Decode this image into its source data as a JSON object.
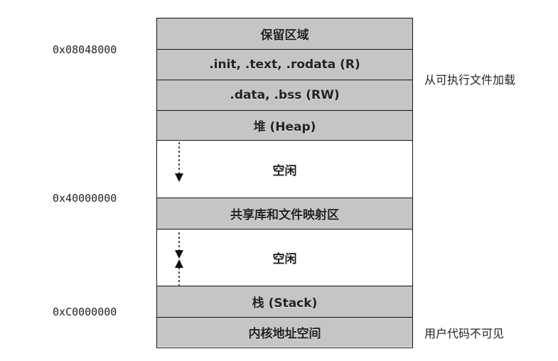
{
  "addresses": {
    "a0": "0x08048000",
    "a1": "0x40000000",
    "a2": "0xC0000000"
  },
  "segments": [
    {
      "label": "保留区域",
      "fill": "grey"
    },
    {
      "label": ".init, .text, .rodata (R)",
      "fill": "grey"
    },
    {
      "label": ".data, .bss (RW)",
      "fill": "grey"
    },
    {
      "label": "堆 (Heap)",
      "fill": "grey"
    },
    {
      "label": "空闲",
      "fill": "white"
    },
    {
      "label": "共享库和文件映射区",
      "fill": "grey"
    },
    {
      "label": "空闲",
      "fill": "white"
    },
    {
      "label": "栈 (Stack)",
      "fill": "grey"
    },
    {
      "label": "内核地址空间",
      "fill": "grey"
    }
  ],
  "notes": {
    "loaded": "从可执行文件加载",
    "invisible": "用户代码不可见"
  },
  "colors": {
    "segment_fill": "#c5c5c5",
    "free_fill": "#ffffff",
    "border": "#111111"
  }
}
